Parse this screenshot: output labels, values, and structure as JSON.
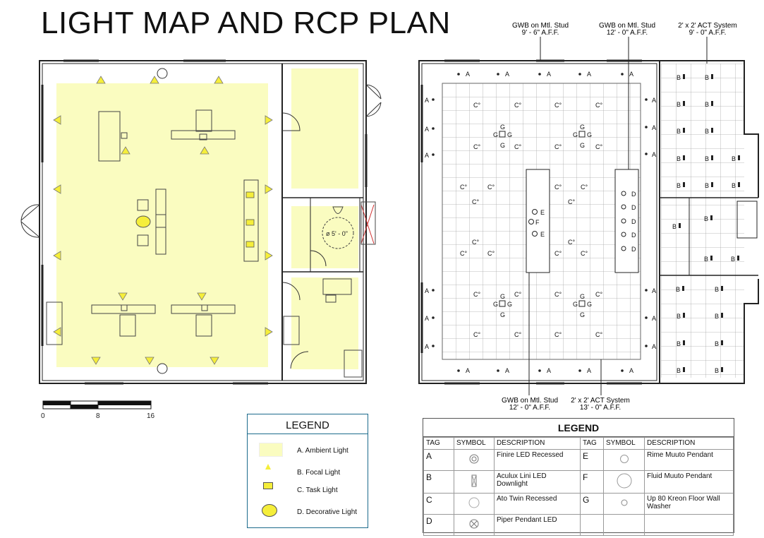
{
  "page_title": "LIGHT MAP AND RCP PLAN",
  "scale_bar": {
    "labels": [
      "0",
      "8",
      "16"
    ]
  },
  "ambient_legend": {
    "title": "LEGEND",
    "items": [
      {
        "label": "A. Ambient Light",
        "color": "#fafcc0"
      },
      {
        "label": "B. Focal Light",
        "color": "#f5ee3a"
      },
      {
        "label": "C. Task Light",
        "color": "#f5ee3a"
      },
      {
        "label": "D. Decorative Light",
        "color": "#f5ee3a"
      }
    ]
  },
  "rcp_callouts": {
    "top_left": {
      "line1": "GWB on Mtl. Stud",
      "line2": "9' - 6\" A.F.F."
    },
    "top_mid": {
      "line1": "GWB on Mtl. Stud",
      "line2": "12' - 0\" A.F.F."
    },
    "top_right": {
      "line1": "2' x 2' ACT System",
      "line2": "9' - 0\" A.F.F."
    },
    "bottom_left": {
      "line1": "GWB on Mtl. Stud",
      "line2": "12' - 0\" A.F.F."
    },
    "bottom_right": {
      "line1": "2' x 2' ACT System",
      "line2": "13' - 0\" A.F.F."
    }
  },
  "restroom_label": "ø 5' - 0\"",
  "rcp_legend": {
    "title": "LEGEND",
    "headers": [
      "TAG",
      "SYMBOL",
      "DESCRIPTION",
      "TAG",
      "SYMBOL",
      "DESCRIPTION"
    ],
    "rows": [
      {
        "tag1": "A",
        "desc1": "Finire LED Recessed",
        "tag2": "E",
        "desc2": "Rime Muuto Pendant"
      },
      {
        "tag1": "B",
        "desc1": "Aculux Lini LED Downlight",
        "tag2": "F",
        "desc2": "Fluid Muuto Pendant"
      },
      {
        "tag1": "C",
        "desc1": "Ato Twin Recessed",
        "tag2": "G",
        "desc2": "Up 80 Kreon Floor Wall Washer"
      },
      {
        "tag1": "D",
        "desc1": "Piper Pendant LED",
        "tag2": "",
        "desc2": ""
      }
    ]
  },
  "fixture_tags": {
    "A": "A",
    "B": "B",
    "C": "C°",
    "D": "D",
    "E": "E",
    "F": "F",
    "G": "G"
  },
  "colors": {
    "ambient": "#fafcc0",
    "focal": "#f5ee3a",
    "wall": "#222222",
    "grid": "#999999"
  }
}
